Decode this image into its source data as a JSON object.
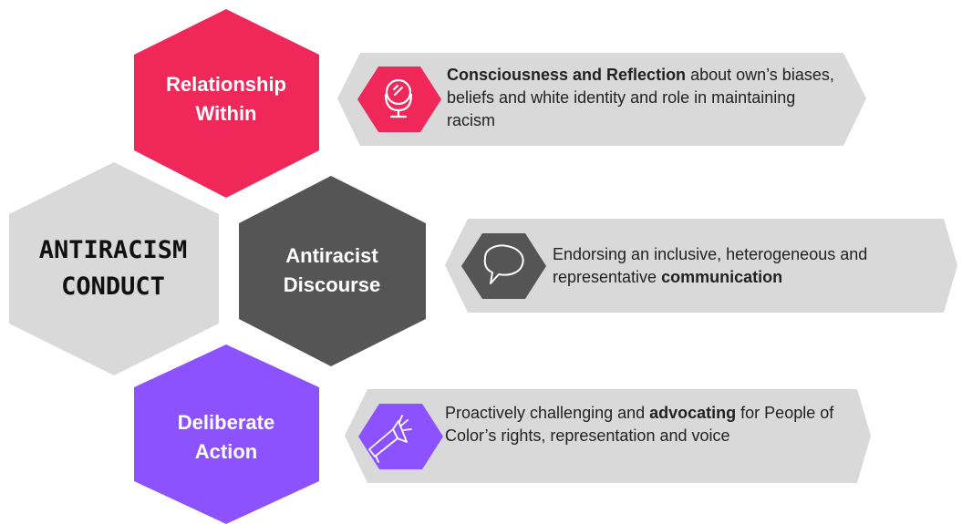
{
  "center": {
    "line1": "ANTIRACISM",
    "line2": "CONDUCT"
  },
  "colors": {
    "relationship": "#f0285a",
    "discourse": "#555555",
    "action": "#8c52ff",
    "light_gray": "#d9d9d9"
  },
  "items": [
    {
      "title_line1": "Relationship",
      "title_line2": "Within",
      "icon": "mirror-icon",
      "desc_bold": "Consciousness and Reflection",
      "desc_rest": " about own’s biases, beliefs and white identity and role in maintaining racism"
    },
    {
      "title_line1": "Antiracist",
      "title_line2": "Discourse",
      "icon": "speech-bubble-icon",
      "desc_pre": "Endorsing an inclusive, heterogeneous and representative ",
      "desc_bold": "communication"
    },
    {
      "title_line1": "Deliberate",
      "title_line2": "Action",
      "icon": "megaphone-icon",
      "desc_pre": "Proactively challenging and ",
      "desc_bold": "advocating",
      "desc_rest": " for People of Color’s rights, representation and voice"
    }
  ]
}
